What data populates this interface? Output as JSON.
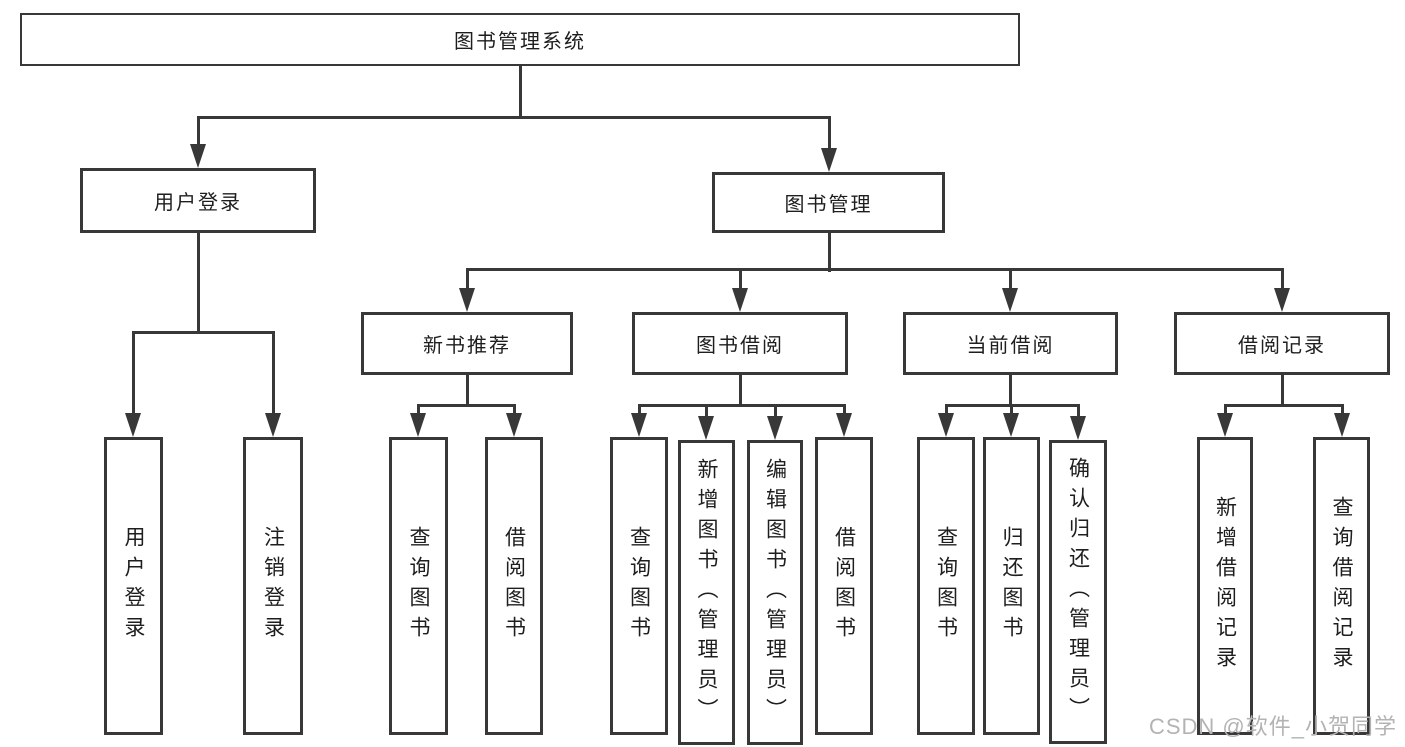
{
  "diagram": {
    "title": "图书管理系统",
    "nodes": {
      "root": "图书管理系统",
      "user_login": "用户登录",
      "book_management": "图书管理",
      "user_login_leaf": "用户登录",
      "logout_leaf": "注销登录",
      "new_book_recommend": "新书推荐",
      "book_borrowing": "图书借阅",
      "current_borrowing": "当前借阅",
      "borrowing_records": "借阅记录",
      "nb_query_books": "查询图书",
      "nb_borrow_books": "借阅图书",
      "bb_query_books": "查询图书",
      "bb_add_books": "新增图书（管理员）",
      "bb_edit_books": "编辑图书（管理员）",
      "bb_borrow_books": "借阅图书",
      "cb_query_books": "查询图书",
      "cb_return_books": "归还图书",
      "cb_confirm_return": "确认归还（管理员）",
      "br_add_record": "新增借阅记录",
      "br_query_record": "查询借阅记录"
    },
    "watermark": "CSDN @软件_小贺同学",
    "colors": {
      "line": "#383838",
      "box_border": "#383838",
      "text": "#1e1e1e",
      "watermark_text": "#b3b3b3",
      "background": "#ffffff"
    }
  }
}
